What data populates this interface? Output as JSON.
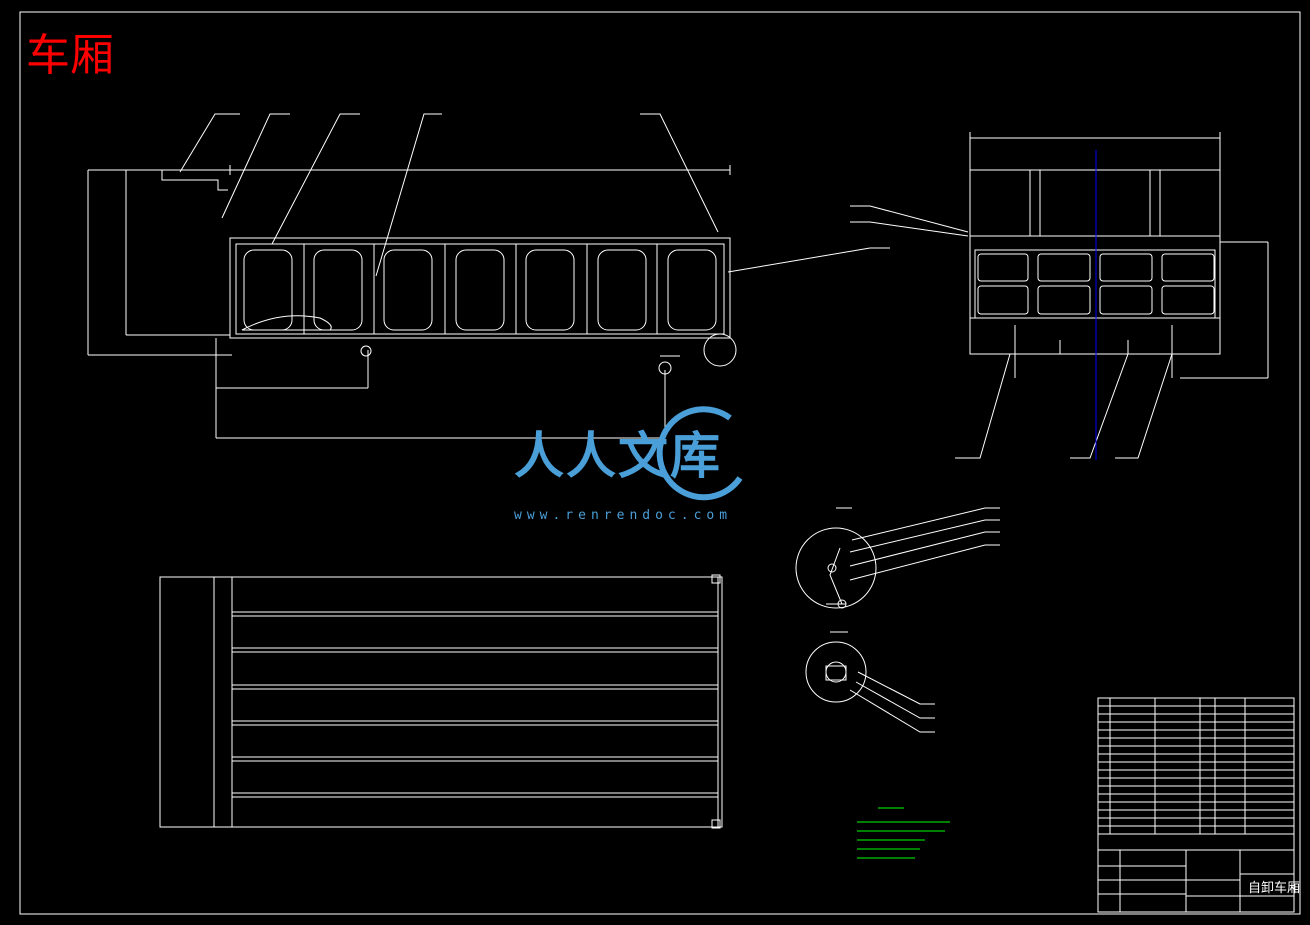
{
  "drawing": {
    "title": "车厢",
    "title_block_name": "自卸车厢",
    "colors": {
      "background": "#000000",
      "lines": "#ffffff",
      "title": "#ff0000",
      "watermark": "#4a9fd8",
      "notes": "#00ff00",
      "center_line": "#0000ff"
    }
  },
  "watermark": {
    "brand": "人人文库",
    "url": "www.renrendoc.com"
  }
}
